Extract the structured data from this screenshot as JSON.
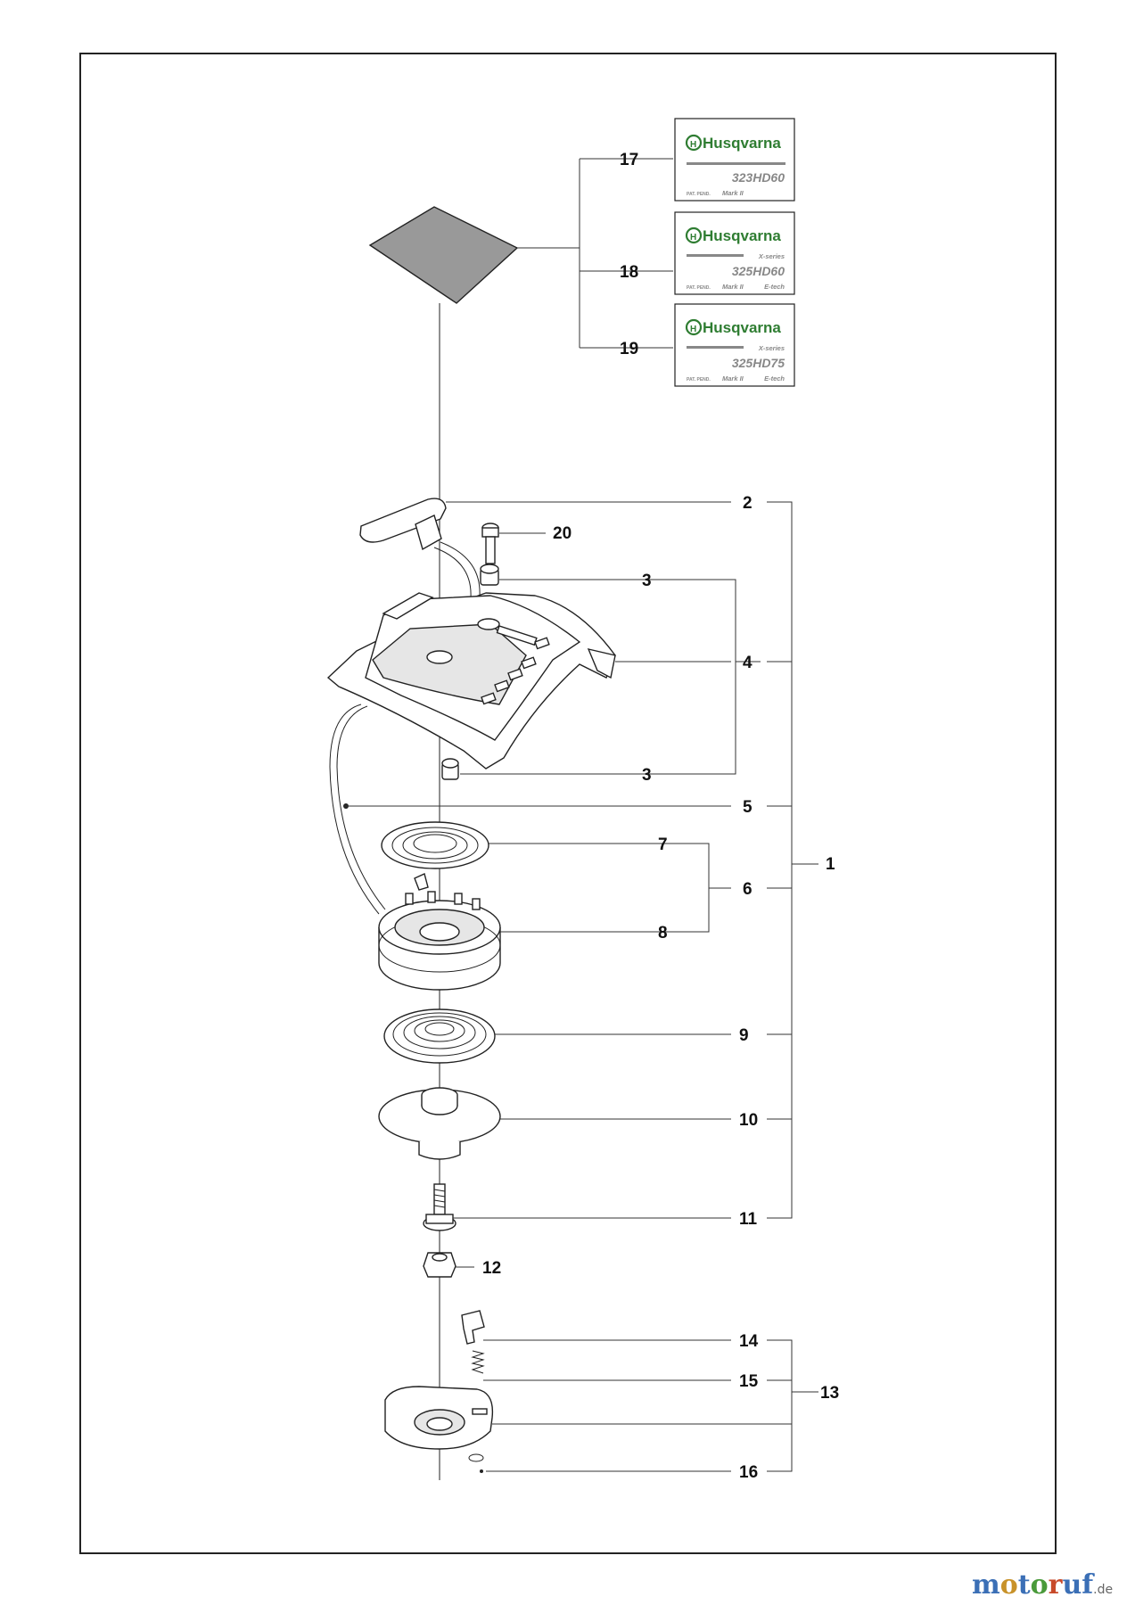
{
  "callouts": {
    "c1": "1",
    "c2": "2",
    "c3a": "3",
    "c3b": "3",
    "c4": "4",
    "c5": "5",
    "c6": "6",
    "c7": "7",
    "c8": "8",
    "c9": "9",
    "c10": "10",
    "c11": "11",
    "c12": "12",
    "c13": "13",
    "c14": "14",
    "c15": "15",
    "c16": "16",
    "c17": "17",
    "c18": "18",
    "c19": "19",
    "c20": "20"
  },
  "decals": [
    {
      "brand": "Husqvarna",
      "series": "",
      "model": "323HD60",
      "footer_left": "PAT. PEND.",
      "footer_mid": "Mark II",
      "footer_right": ""
    },
    {
      "brand": "Husqvarna",
      "series": "X-series",
      "model": "325HD60",
      "footer_left": "PAT. PEND.",
      "footer_mid": "Mark II",
      "footer_right": "E-tech"
    },
    {
      "brand": "Husqvarna",
      "series": "X-series",
      "model": "325HD75",
      "footer_left": "PAT. PEND.",
      "footer_mid": "Mark II",
      "footer_right": "E-tech"
    }
  ],
  "watermark": {
    "parts": [
      "m",
      "o",
      "t",
      "o",
      "r",
      "uf"
    ],
    "suffix": ".de"
  },
  "colors": {
    "brand_green": "#2f7d32",
    "decal_gray": "#888888",
    "sheet_gray": "#999999"
  }
}
